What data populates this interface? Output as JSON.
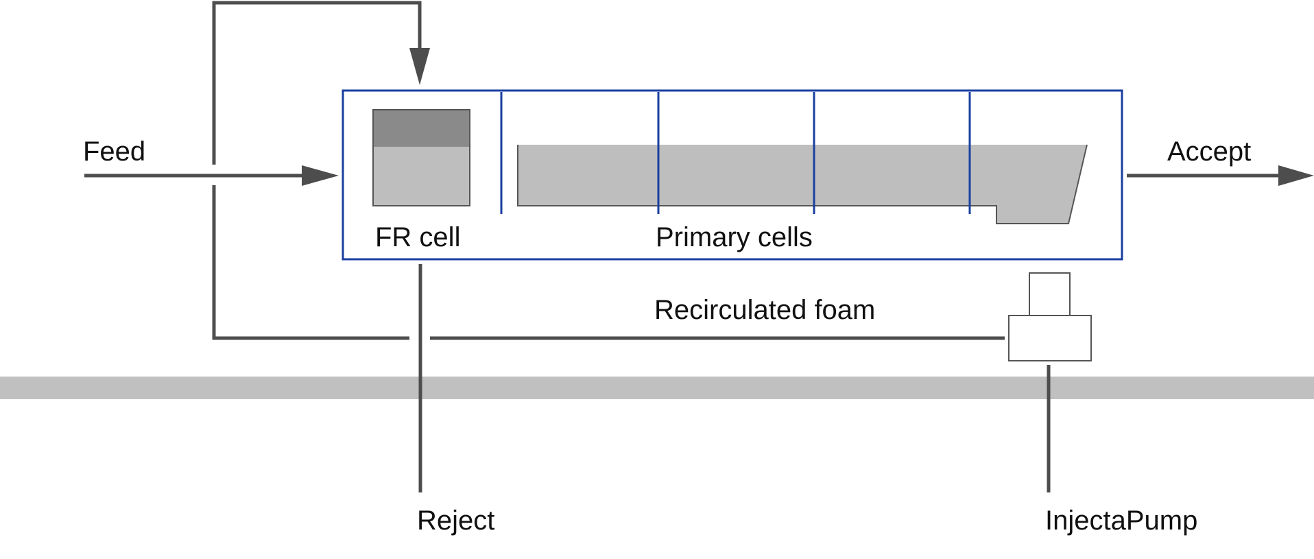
{
  "labels": {
    "feed": "Feed",
    "accept": "Accept",
    "fr_cell": "FR cell",
    "primary_cells": "Primary cells",
    "recirculated_foam": "Recirculated foam",
    "reject": "Reject",
    "pump": "InjectaPump"
  },
  "colors": {
    "line": "#4d4d4d",
    "frame": "#1a3fa0",
    "cell_fill": "#bebebe",
    "foam_fill": "#8a8a8a",
    "floor": "#c0c0c0"
  }
}
